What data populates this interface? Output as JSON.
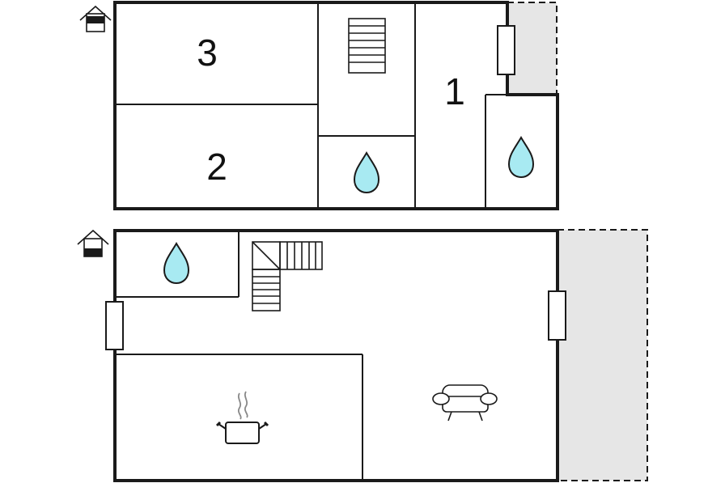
{
  "floor_plan": {
    "upper_floor": {
      "rooms": [
        {
          "id": "bedroom-3",
          "label": "3"
        },
        {
          "id": "bedroom-2",
          "label": "2"
        },
        {
          "id": "bedroom-1",
          "label": "1"
        }
      ],
      "icons": [
        "floor-level-icon",
        "staircase-icon",
        "water-drop-icon",
        "water-drop-icon",
        "door-icon"
      ],
      "has_balcony": true
    },
    "ground_floor": {
      "icons": [
        "floor-level-icon",
        "water-drop-icon",
        "staircase-icon",
        "door-icon",
        "door-icon",
        "cooking-pot-icon",
        "sofa-icon"
      ],
      "has_terrace": true
    },
    "colors": {
      "wall": "#1a1a1a",
      "water": "#a8eaf2",
      "terrace": "#e6e6e6",
      "steam": "#888888"
    }
  }
}
